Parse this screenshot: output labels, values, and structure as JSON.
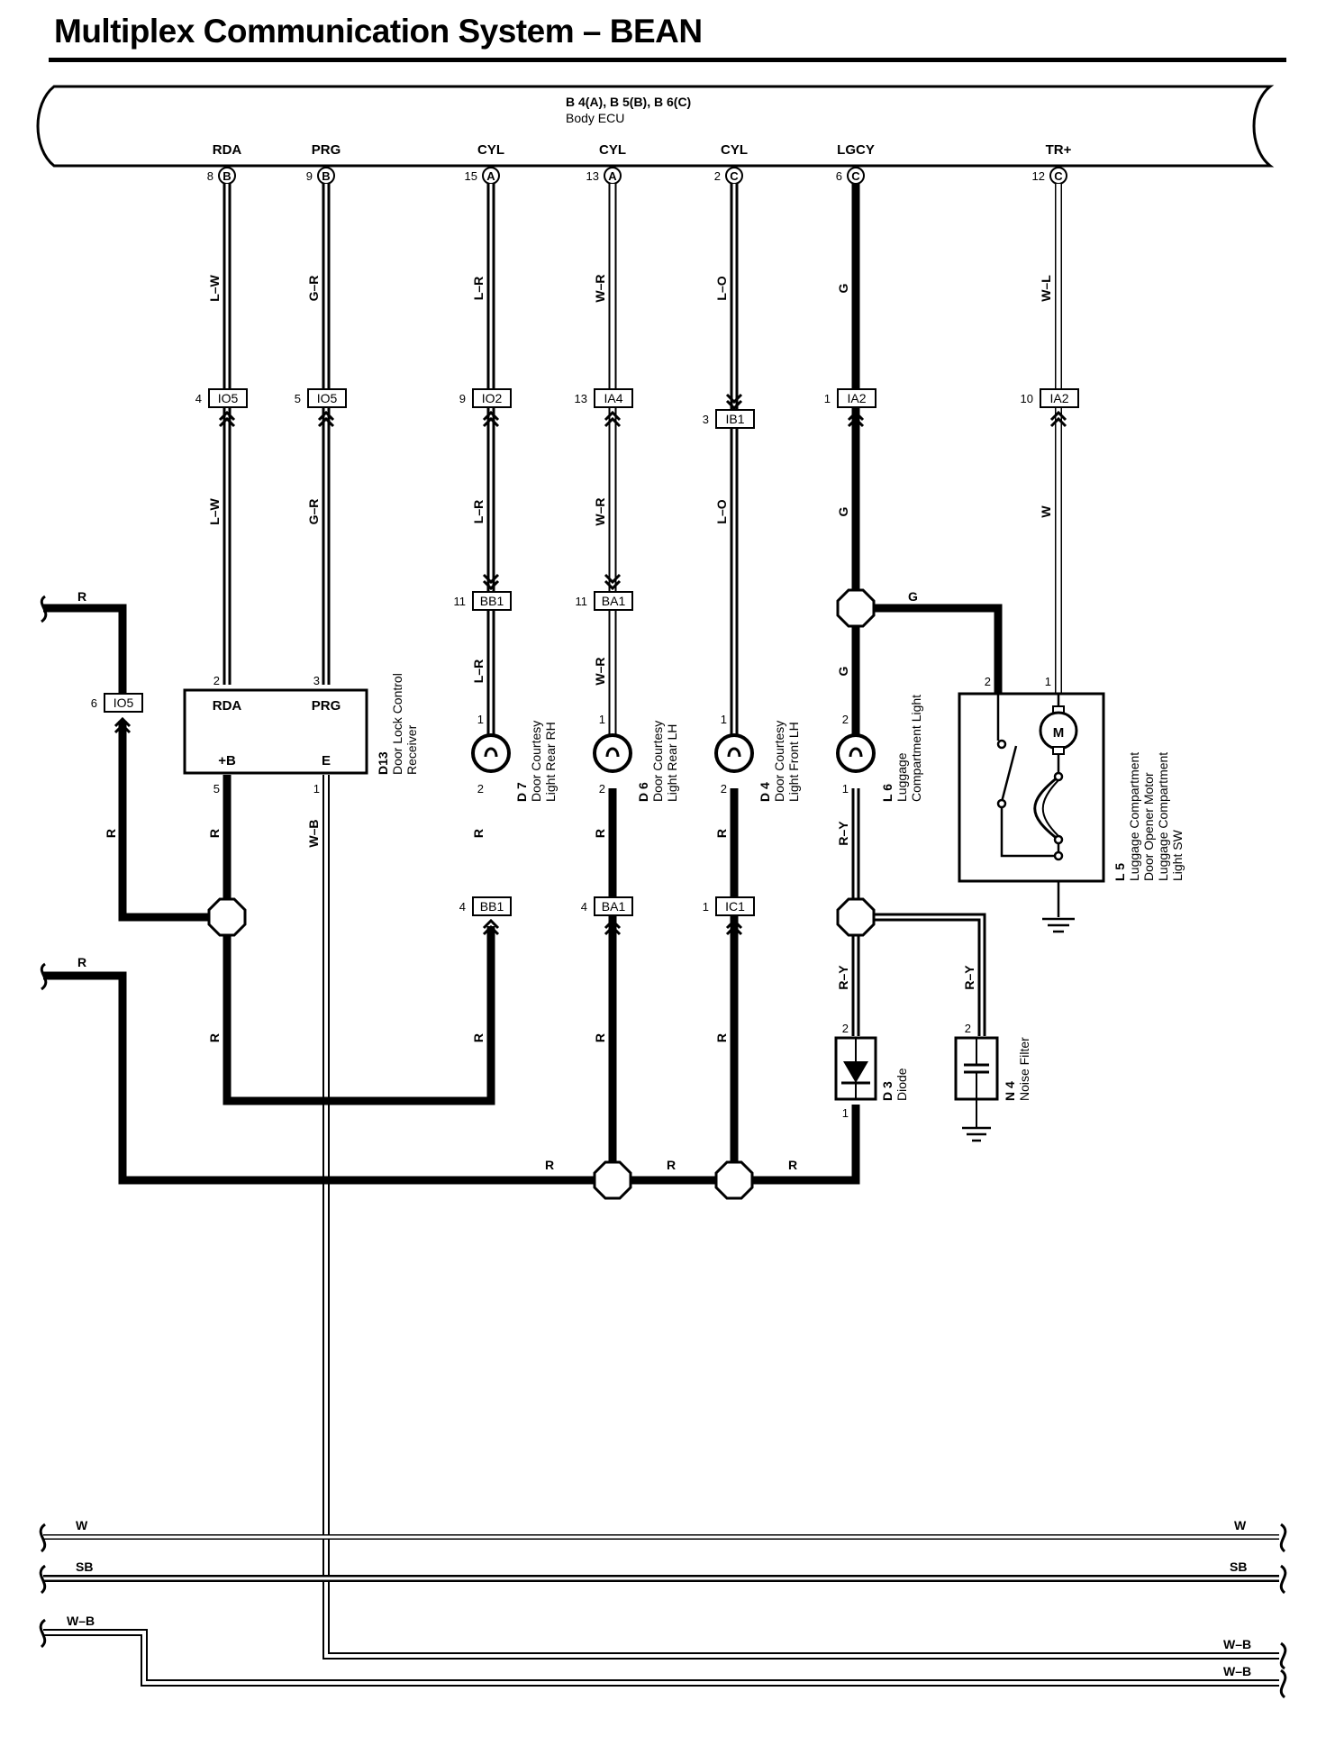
{
  "page_title": "Multiplex Communication System – BEAN",
  "ecu": {
    "connectors": "B 4(A), B 5(B), B 6(C)",
    "name": "Body ECU",
    "terminals": [
      {
        "name": "RDA",
        "pin": "8",
        "conn": "B"
      },
      {
        "name": "PRG",
        "pin": "9",
        "conn": "B"
      },
      {
        "name": "CYL",
        "pin": "15",
        "conn": "A"
      },
      {
        "name": "CYL",
        "pin": "13",
        "conn": "A"
      },
      {
        "name": "CYL",
        "pin": "2",
        "conn": "C"
      },
      {
        "name": "LGCY",
        "pin": "6",
        "conn": "C"
      },
      {
        "name": "TR+",
        "pin": "12",
        "conn": "C"
      }
    ]
  },
  "junction_connectors": [
    {
      "label": "IO5",
      "pin": "4"
    },
    {
      "label": "IO5",
      "pin": "5"
    },
    {
      "label": "IO2",
      "pin": "9"
    },
    {
      "label": "IA4",
      "pin": "13"
    },
    {
      "label": "IB1",
      "pin": "3"
    },
    {
      "label": "IA2",
      "pin": "1"
    },
    {
      "label": "IA2",
      "pin": "10"
    },
    {
      "label": "BB1",
      "pin": "11"
    },
    {
      "label": "BA1",
      "pin": "11"
    },
    {
      "label": "IO5",
      "pin": "6"
    },
    {
      "label": "BB1",
      "pin": "4"
    },
    {
      "label": "BA1",
      "pin": "4"
    },
    {
      "label": "IC1",
      "pin": "1"
    }
  ],
  "wire_labels": {
    "l_w": "L–W",
    "g_r": "G–R",
    "l_r": "L–R",
    "w_r": "W–R",
    "l_o": "L–O",
    "g": "G",
    "w_l": "W–L",
    "w": "W",
    "r": "R",
    "w_b": "W–B",
    "r_y": "R–Y",
    "sb": "SB"
  },
  "receiver": {
    "id": "D13",
    "name_line1": "Door Lock Control",
    "name_line2": "Receiver",
    "term_rda": "RDA",
    "term_prg": "PRG",
    "term_b": "+B",
    "term_e": "E",
    "pin_rda": "2",
    "pin_prg": "3",
    "pin_b": "5",
    "pin_e": "1"
  },
  "lights": [
    {
      "id": "D 7",
      "line1": "Door Courtesy",
      "line2": "Light Rear RH",
      "pin_top": "1",
      "pin_bottom": "2"
    },
    {
      "id": "D 6",
      "line1": "Door Courtesy",
      "line2": "Light Rear LH",
      "pin_top": "1",
      "pin_bottom": "2"
    },
    {
      "id": "D 4",
      "line1": "Door Courtesy",
      "line2": "Light Front LH",
      "pin_top": "1",
      "pin_bottom": "2"
    },
    {
      "id": "L 6",
      "line1": "Luggage",
      "line2": "Compartment Light",
      "pin_top": "2",
      "pin_bottom": "1"
    }
  ],
  "opener": {
    "id": "L 5",
    "line1": "Luggage Compartment",
    "line2": "Door Opener Motor",
    "line3": "Luggage Compartment",
    "line4": "Light SW",
    "motor": "M",
    "pin_left": "2",
    "pin_right": "1"
  },
  "diode": {
    "id": "D 3",
    "name": "Diode",
    "pin_top": "2",
    "pin_bottom": "1"
  },
  "noise_filter": {
    "id": "N 4",
    "name": "Noise Filter",
    "pin_top": "2"
  }
}
